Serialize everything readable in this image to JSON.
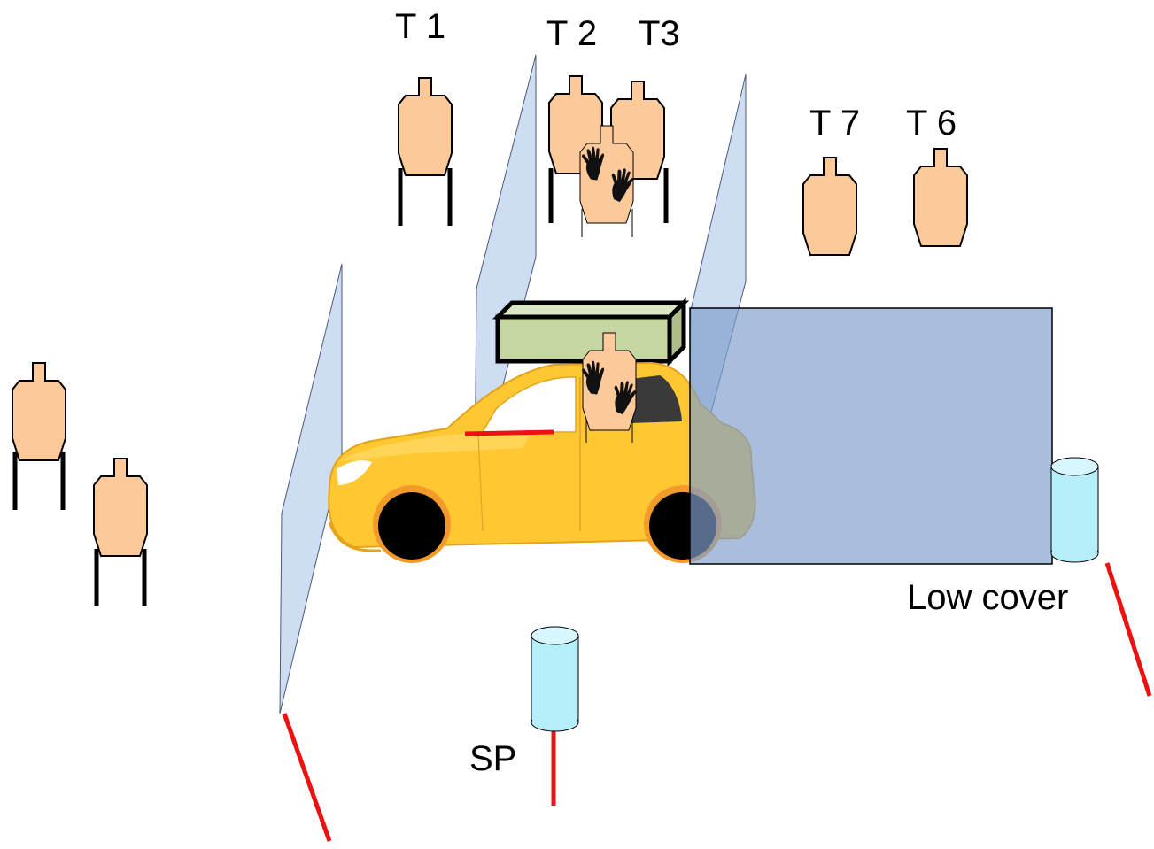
{
  "labels": {
    "t1": "T 1",
    "t2": "T 2",
    "t3": "T3",
    "t7": "T 7",
    "t6": "T 6",
    "low_cover": "Low cover",
    "sp": "SP"
  },
  "colors": {
    "target_fill": "#fbc99a",
    "wall_fill": "#c5d7ef",
    "cover_block": "#a9bfdd",
    "barrel_fill": "#b6eefa",
    "fault_line": "#ee1111",
    "car_body": "#ffc832",
    "car_trim": "#f29a2a",
    "rack_box": "#c5d6a1"
  }
}
